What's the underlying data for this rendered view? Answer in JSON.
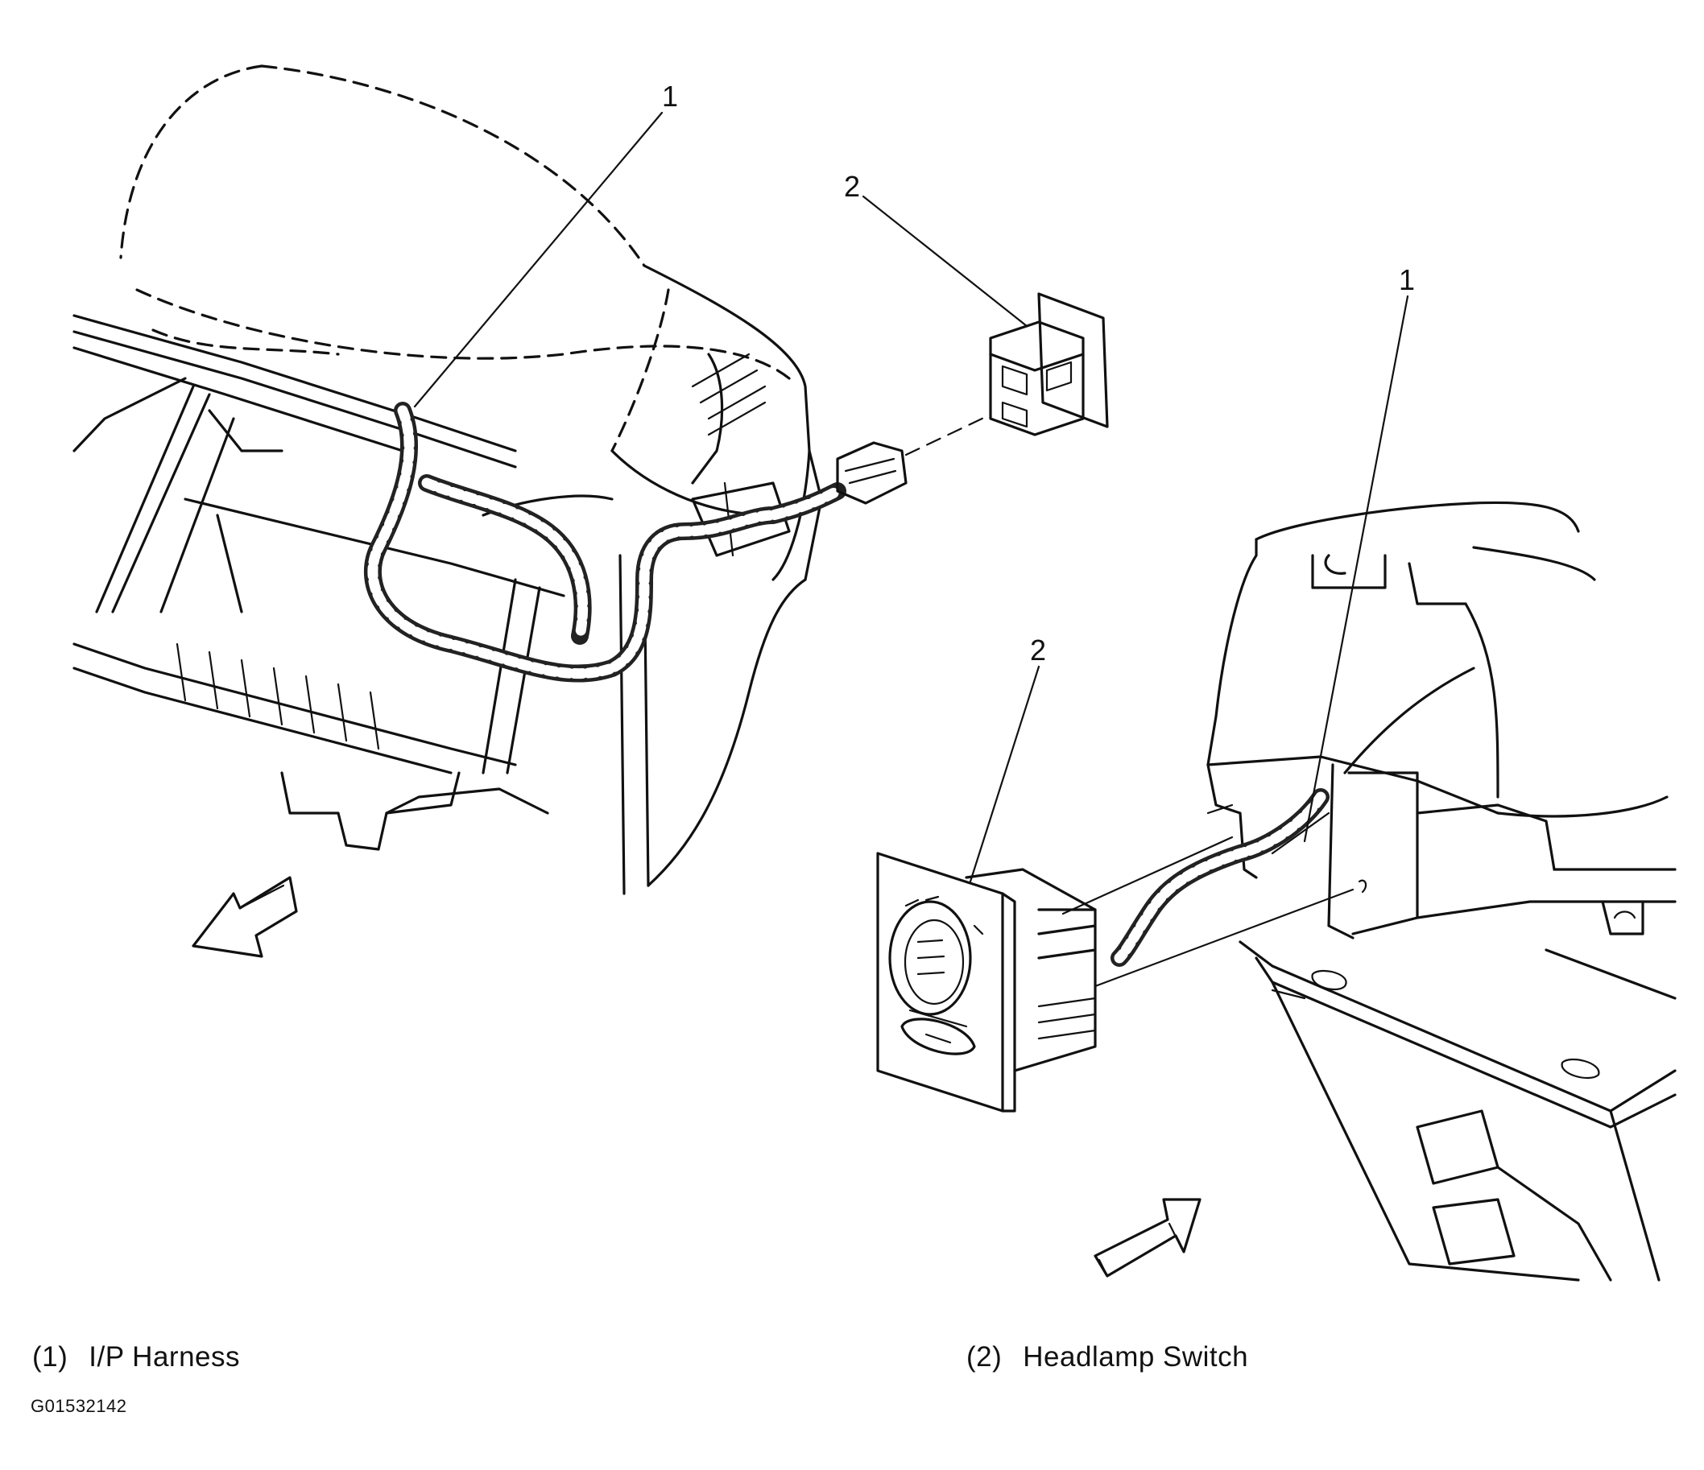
{
  "callouts": {
    "left_harness": "1",
    "left_switch": "2",
    "right_harness": "1",
    "right_switch": "2"
  },
  "legend": [
    {
      "number": "(1)",
      "label": "I/P Harness"
    },
    {
      "number": "(2)",
      "label": "Headlamp Switch"
    }
  ],
  "figure_id": "G01532142",
  "icons": {
    "left_arrow": "view-direction-arrow-icon",
    "right_arrow": "view-direction-arrow-icon"
  }
}
